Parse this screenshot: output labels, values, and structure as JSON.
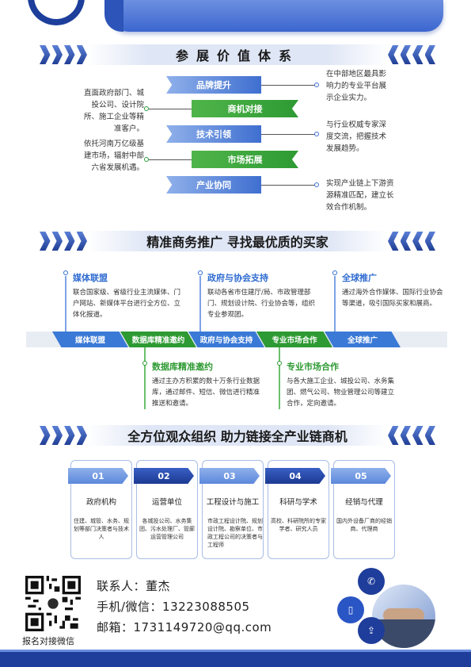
{
  "value_section": {
    "title": "参展价值体系",
    "left_texts": [
      "直面政府部门、城投公司、设计院所、施工企业等精准客户。",
      "依托河南万亿级基建市场，辐射中部六省发展机遇。"
    ],
    "right_texts": [
      "在中部地区最具影响力的专业平台展示企业实力。",
      "与行业权威专家深度交流，把握技术发展趋势。",
      "实现产业链上下游资源精准匹配，建立长效合作机制。"
    ],
    "blocks": [
      {
        "label": "品牌提升",
        "color": "#3f6fd0"
      },
      {
        "label": "商机对接",
        "color": "#2e9a33"
      },
      {
        "label": "技术引领",
        "color": "#3f6fd0"
      },
      {
        "label": "市场拓展",
        "color": "#2e9a33"
      },
      {
        "label": "产业协同",
        "color": "#3f6fd0"
      }
    ]
  },
  "promo_section": {
    "title": "精准商务推广 寻找最优质的买家",
    "items_top": [
      {
        "title": "媒体联盟",
        "text": "联合国家级、省级行业主流媒体、门户网站、新媒体平台进行全方位、立体化报道。"
      },
      {
        "title": "政府与协会支持",
        "text": "联动各省市住建厅/局、市政管理部门、规划设计院、行业协会等，组织专业参观团。"
      },
      {
        "title": "全球推广",
        "text": "通过海外合作媒体、国际行业协会等渠道，吸引国际买家和展商。"
      }
    ],
    "ribbon": [
      "媒体联盟",
      "数据库精准邀约",
      "政府与协会支持",
      "专业市场合作",
      "全球推广"
    ],
    "items_bottom": [
      {
        "title": "数据库精准邀约",
        "text": "通过主办方积累的数十万条行业数据库，通过邮件、短信、微信进行精准推送和邀请。"
      },
      {
        "title": "专业市场合作",
        "text": "与各大施工企业、城投公司、水务集团、燃气公司、物业管理公司等建立合作，定向邀请。"
      }
    ]
  },
  "audience_section": {
    "title": "全方位观众组织  助力链接全产业链商机",
    "cards": [
      {
        "num": "01",
        "title": "政府机构",
        "text": "住建、城管、水务、规划等部门决策者与技术人"
      },
      {
        "num": "02",
        "title": "运营单位",
        "text": "各城投公司、水务集团、污水处理厂、管廊运营管理公司"
      },
      {
        "num": "03",
        "title": "工程设计与施工",
        "text": "市政工程设计院、规划设计院、勘察单位、市政工程公司的决策者与工程师"
      },
      {
        "num": "04",
        "title": "科研与学术",
        "text": "高校、科研院所的专家学者、研究人员"
      },
      {
        "num": "05",
        "title": "经销与代理",
        "text": "国内外设备厂商的经销商、代理商"
      }
    ]
  },
  "contact": {
    "name_line": "联系人：董杰",
    "phone_line": "手机/微信：13223088505",
    "email_line": "邮箱：1731149720@qq.com",
    "qr_caption": "报名对接微信"
  },
  "colors": {
    "primary": "#1f3d9a",
    "accent_blue": "#3f6fd0",
    "accent_green": "#2e9a33"
  },
  "icons": [
    "phone-icon",
    "mobile-icon",
    "share-icon",
    "wechat-icon",
    "handshake-photo"
  ]
}
